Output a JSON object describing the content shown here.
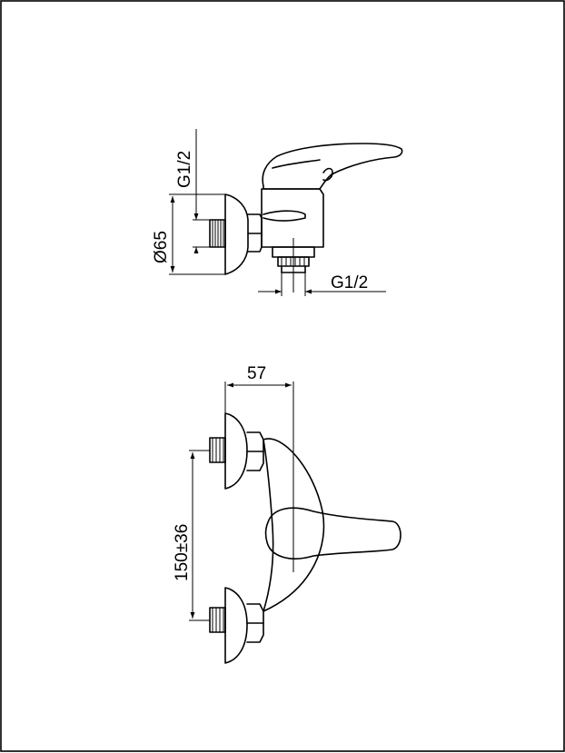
{
  "drawing": {
    "side_view": {
      "inlet_thread_label": "G1/2",
      "rosette_diameter_label": "Ø65",
      "outlet_thread_label": "G1/2"
    },
    "front_view": {
      "projection_label": "57",
      "center_distance_label": "150±36"
    }
  }
}
